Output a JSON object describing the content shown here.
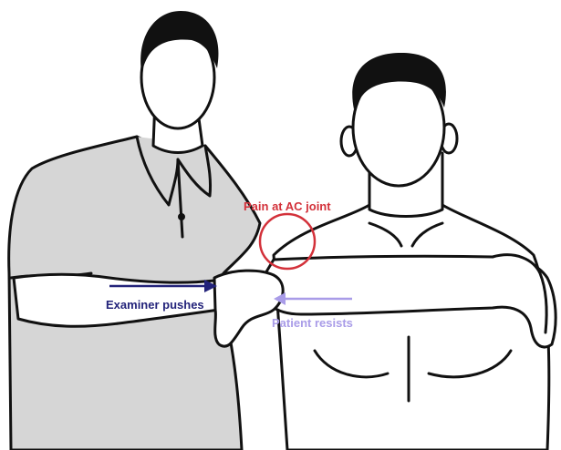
{
  "annotations": {
    "pain_label": "Pain at AC joint",
    "examiner_label": "Examiner pushes",
    "patient_label": "Patient resists"
  },
  "colors": {
    "pain": "#d3313a",
    "examiner": "#23237a",
    "patient": "#a99ce8",
    "shirt": "#d6d6d6",
    "outline": "#111111"
  }
}
